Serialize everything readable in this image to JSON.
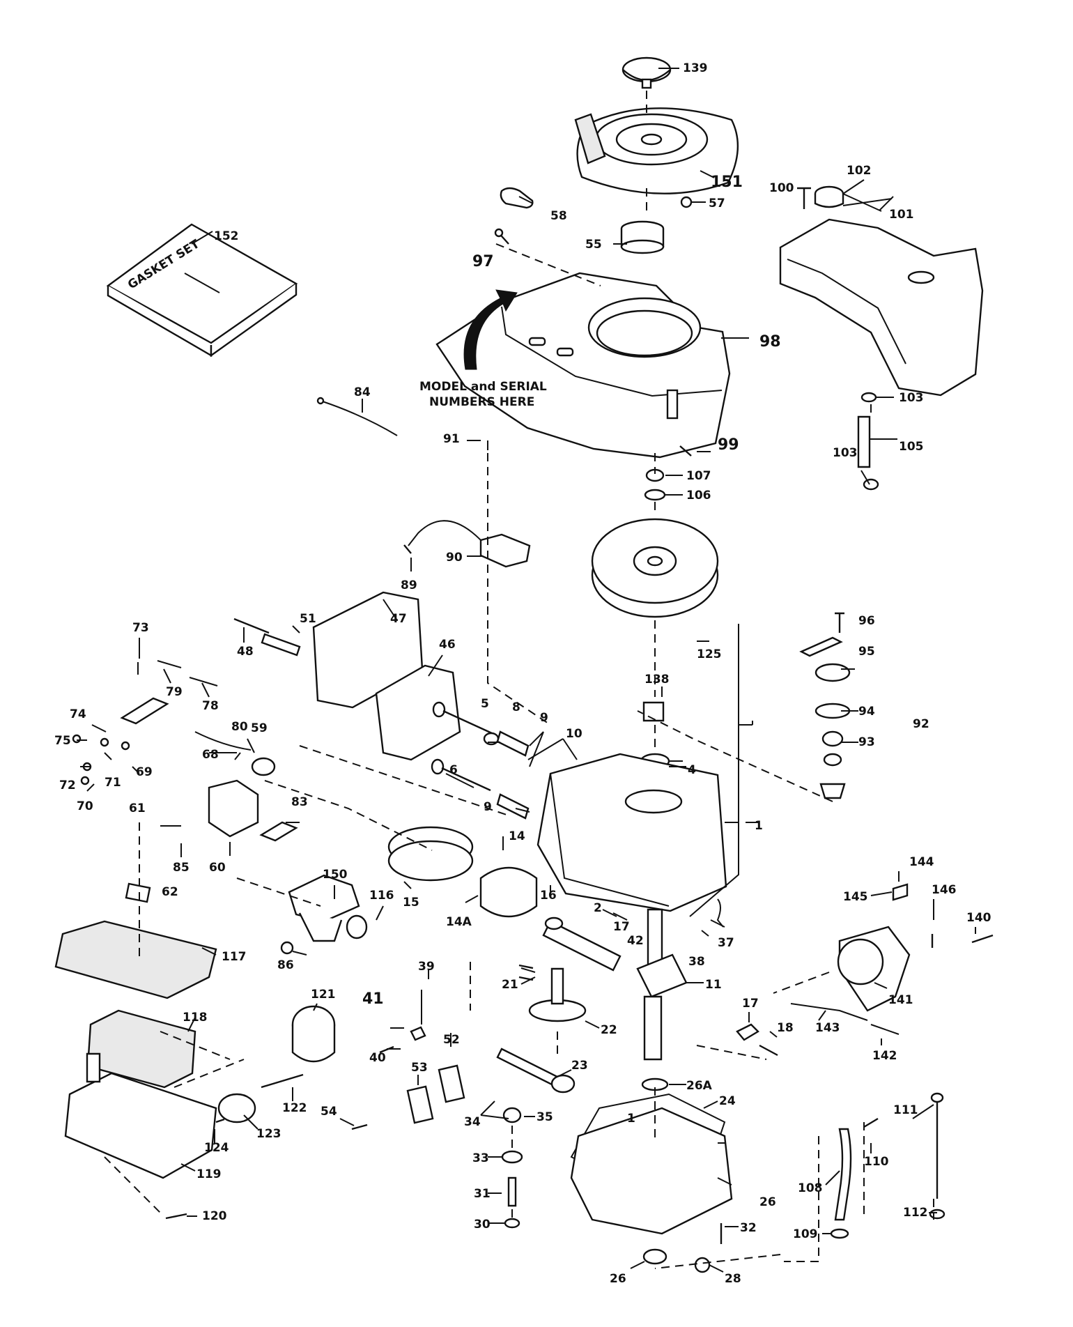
{
  "model_note": [
    "MODEL and SERIAL",
    "NUMBERS HERE"
  ],
  "gasket_set_text": "GASKET SET",
  "part_labels": [
    "139",
    "151",
    "58",
    "57",
    "55",
    "97",
    "98",
    "152",
    "100",
    "102",
    "101",
    "103",
    "105",
    "103",
    "84",
    "91",
    "99",
    "107",
    "106",
    "90",
    "89",
    "73",
    "51",
    "47",
    "48",
    "46",
    "79",
    "78",
    "125",
    "96",
    "95",
    "94",
    "93",
    "92",
    "138",
    "74",
    "75",
    "72",
    "71",
    "70",
    "80",
    "69",
    "68",
    "59",
    "5",
    "8",
    "9",
    "10",
    "6",
    "9",
    "4",
    "1",
    "61",
    "85",
    "60",
    "83",
    "14",
    "150",
    "62",
    "116",
    "15",
    "16",
    "14A",
    "2",
    "17",
    "42",
    "37",
    "38",
    "144",
    "146",
    "145",
    "140",
    "141",
    "117",
    "39",
    "21",
    "11",
    "86",
    "41",
    "121",
    "118",
    "40",
    "22",
    "17",
    "18",
    "143",
    "142",
    "52",
    "53",
    "23",
    "26A",
    "122",
    "123",
    "124",
    "54",
    "34",
    "35",
    "24",
    "1",
    "111",
    "33",
    "110",
    "108",
    "112",
    "31",
    "26",
    "30",
    "119",
    "120",
    "32",
    "109",
    "26",
    "28"
  ]
}
